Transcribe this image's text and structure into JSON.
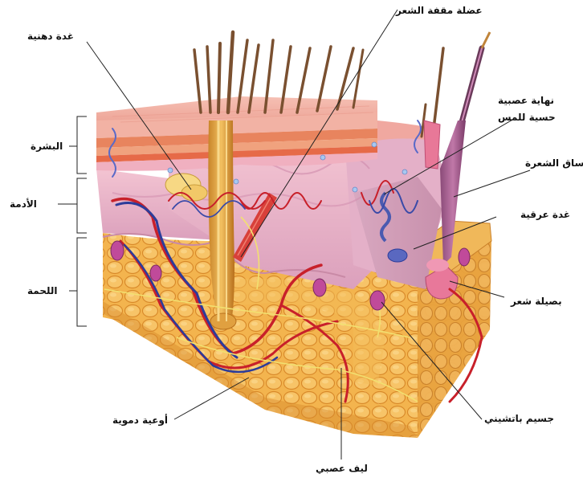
{
  "labels": {
    "sebaceous_gland": "غدة دهنية",
    "arrector_pili": "عضلة مقفة الشعر",
    "epidermis": "البشرة",
    "dermis": "الأدمة",
    "hypodermis": "اللحمة",
    "nerve_ending_line1": "نهاية عصبية",
    "nerve_ending_line2": "حسية للمس",
    "hair_shaft": "ساق الشعرة",
    "sweat_gland": "غدة عرقية",
    "hair_follicle": "بصيلة شعر",
    "pacinian": "جسيم باتشيني",
    "blood_vessels": "أوعية دموية",
    "nerve_fiber": "ليف عصبي"
  },
  "colors": {
    "epidermis_top": "#f0a8a0",
    "epidermis_band": "#e8684a",
    "dermis": "#e8b4c8",
    "fat": "#f2b24a",
    "fat_dark": "#d98a2a",
    "artery": "#c8202a",
    "vein": "#2c3c9a",
    "hair": "#7a5030",
    "nerve": "#f2e070"
  }
}
